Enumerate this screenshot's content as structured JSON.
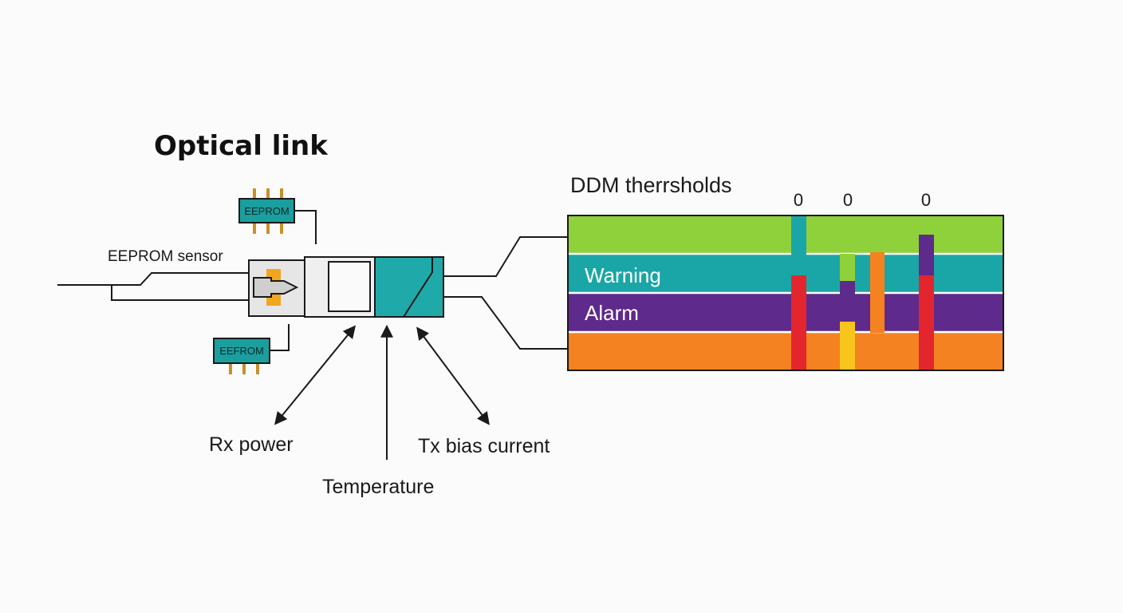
{
  "diagram": {
    "title": "Optical link",
    "eeprom_chip_top": "EEPROM",
    "eeprom_chip_bottom": "EEFROM",
    "eeprom_sensor_label": "EEPROM sensor",
    "arrow_labels": {
      "rx_power": "Rx power",
      "temperature": "Temperature",
      "tx_bias": "Tx bias current"
    },
    "thresholds": {
      "title": "DDM therrsholds",
      "column_labels": [
        "0",
        "0",
        "0"
      ],
      "band_labels": {
        "warning": "Warning",
        "alarm": "Alarm"
      }
    }
  },
  "colors": {
    "green": "#8fd13a",
    "teal": "#1aa6a6",
    "purple": "#5e2a8c",
    "orange": "#f58220",
    "red": "#e3262e",
    "yellow": "#f7c51c",
    "connector_teal": "#20a9a9",
    "chip_teal": "#1b9e9e",
    "pin_gold": "#c9902a",
    "amber": "#f2a51f"
  }
}
